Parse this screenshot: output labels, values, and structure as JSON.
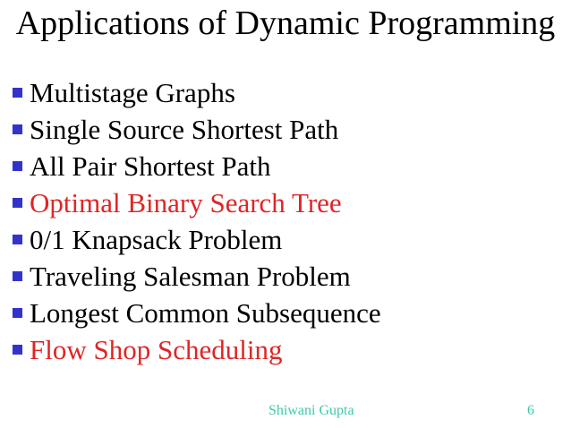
{
  "slide": {
    "title": "Applications of Dynamic Programming",
    "bullets": [
      {
        "label": "Multistage Graphs",
        "color": "#000000"
      },
      {
        "label": "Single Source Shortest Path",
        "color": "#000000"
      },
      {
        "label": "All Pair Shortest Path",
        "color": "#000000"
      },
      {
        "label": "Optimal Binary Search Tree",
        "color": "#e02525"
      },
      {
        "label": "0/1 Knapsack Problem",
        "color": "#000000"
      },
      {
        "label": "Traveling Salesman Problem",
        "color": "#000000"
      },
      {
        "label": "Longest Common Subsequence",
        "color": "#000000"
      },
      {
        "label": "Flow Shop Scheduling",
        "color": "#e02525"
      }
    ],
    "footer": {
      "author": "Shiwani Gupta",
      "page_number": "6"
    },
    "colors": {
      "background": "#ffffff",
      "title_text": "#000000",
      "body_text": "#000000",
      "bullet_square": "#3333cc",
      "emphasis_red": "#e02525",
      "footer_teal": "#3cc9a7"
    },
    "icons": [
      {
        "name": "bullet-square-icon",
        "glyph": "filled-square"
      }
    ]
  }
}
